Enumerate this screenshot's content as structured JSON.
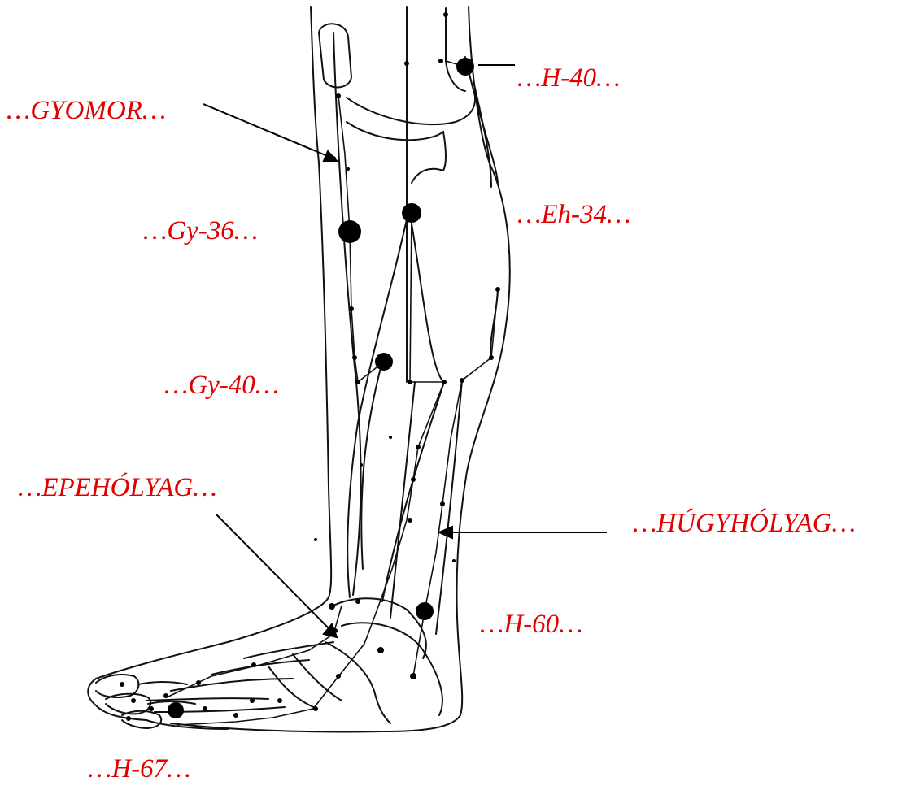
{
  "labels": {
    "h40": "…H-40…",
    "gyomor": "…GYOMOR…",
    "gy36": "…Gy-36…",
    "eh34": "…Eh-34…",
    "gy40": "…Gy-40…",
    "epeholyag": "…EPEHÓLYAG…",
    "hugyholyag": "…HÚGYHÓLYAG…",
    "h60": "…H-60…",
    "h67": "…H-67…"
  },
  "colors": {
    "label": "#e00000",
    "line": "#111111",
    "point": "#000000"
  }
}
